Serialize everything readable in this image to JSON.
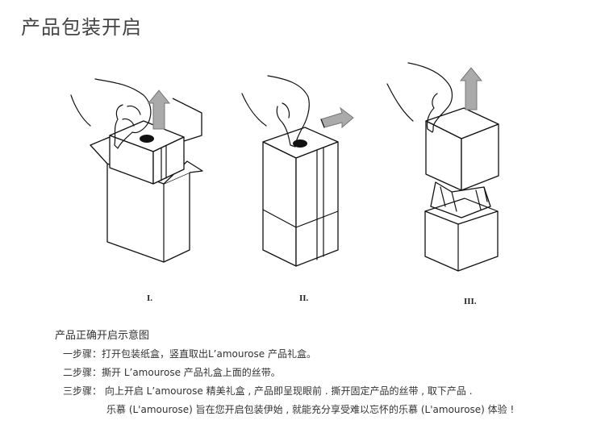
{
  "title": "产品包装开启",
  "steps_labels": [
    "I.",
    "II.",
    "III."
  ],
  "caption": "产品正确开启示意图",
  "instructions": [
    "一步骤：打开包装纸盒，竖直取出L’amourose 产品礼盒。",
    "二步骤：撕开 L’amourose 产品礼盒上面的丝带。",
    "三步骤： 向上开启 L’amourose 精美礼盒 , 产品即呈现眼前 . 撕开固定产品的丝带 , 取下产品 ."
  ],
  "instruction_cont": "乐慕 (L'amourose) 旨在您开启包装伊始 , 就能充分享受难以忘怀的乐慕 (L'amourose) 体验 !"
}
